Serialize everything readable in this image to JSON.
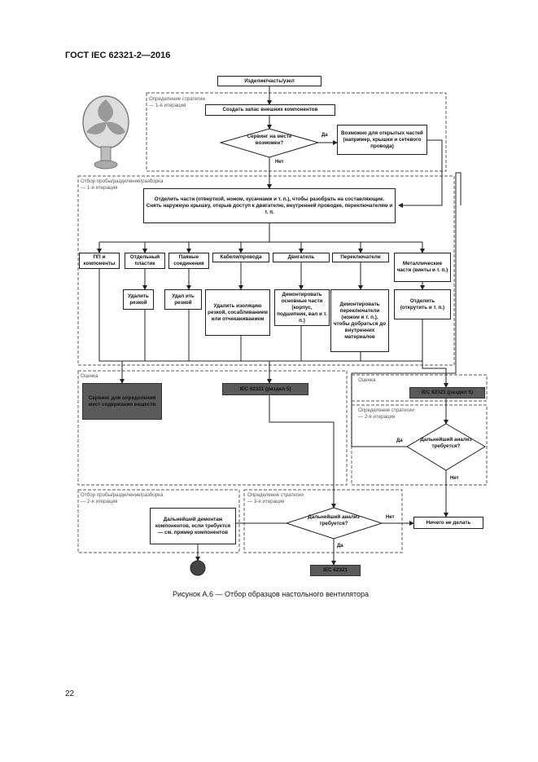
{
  "header": "ГОСТ IEC 62321-2—2016",
  "caption": "Рисунок А.6 — Отбор образцов настольного вентилятора",
  "page_number": "22",
  "zones": {
    "z1": [
      "Определение стратегии",
      "— 1-я итерация"
    ],
    "z2": [
      "Отбор пробы/разделение/разборка",
      "— 1-я итерация"
    ],
    "z3": [
      "Оценка"
    ],
    "z4": [
      "Оценка"
    ],
    "z5": [
      "Определение стратегии",
      "— 2-я итерация"
    ],
    "z6": [
      "Отбор пробы/разделение/разборка",
      "— 2-я итерация"
    ],
    "z7": [
      "Определение стратегии",
      "— 3-я итерация"
    ]
  },
  "nodes": {
    "start": "Изделие/часть/узел",
    "inventory": "Создать запас внешних компонентов",
    "decision1": "Сервинг на месте возможен?",
    "possible_parts": "Возможно для открытых частей (например, крышки и сетевого провода)",
    "disassemble": "Отделить части (отверткой, ножом, кусачками и т. п.), чтобы разобрать на составляющие.\nСнять наружную крышку, открыв доступ к двигателю, внутренней проводке, переключателям и т. п.",
    "pcb": "ПП и компоненты",
    "plastic": "Отдельный пластик",
    "painted": "Паяные соединения",
    "cables": "Кабели/провода",
    "motor": "Двигатель",
    "switches": "Переключатели",
    "metal": "Металлические части (винты и т. п.)",
    "cut1": "Удалить резкой",
    "cut2": "Удал ить резкой",
    "remove_coating": "Удалить изоляцию резкой, сосабливанием или отчеканиванием",
    "dismantle_motor": "Демонтировать основные части (корпус, подшипник, вал и т. п.)",
    "dismantle_switch": "Демонтировать переключатели (ножом и т. п.), чтобы добраться до внутренних материалов",
    "unscrew": "Отделить (открутить и т. п.)",
    "screening": "Сервинг для определения мест содержания веществ",
    "iec_main": "IEC 62321 (раздел 5)",
    "iec_right": "IEC 62321 (раздел 5)",
    "decision2": "Дальнейший анализ требуется?",
    "further_disassembly": "Дальнейший демонтаж компонентов, если требуется — см. пример компонентов",
    "decision3": "Дальнейший анализ требуется?",
    "iec_bottom": "IEC 62321",
    "no_further": "Ничего не делать"
  },
  "labels": {
    "yes": "Да",
    "no": "Нет"
  }
}
